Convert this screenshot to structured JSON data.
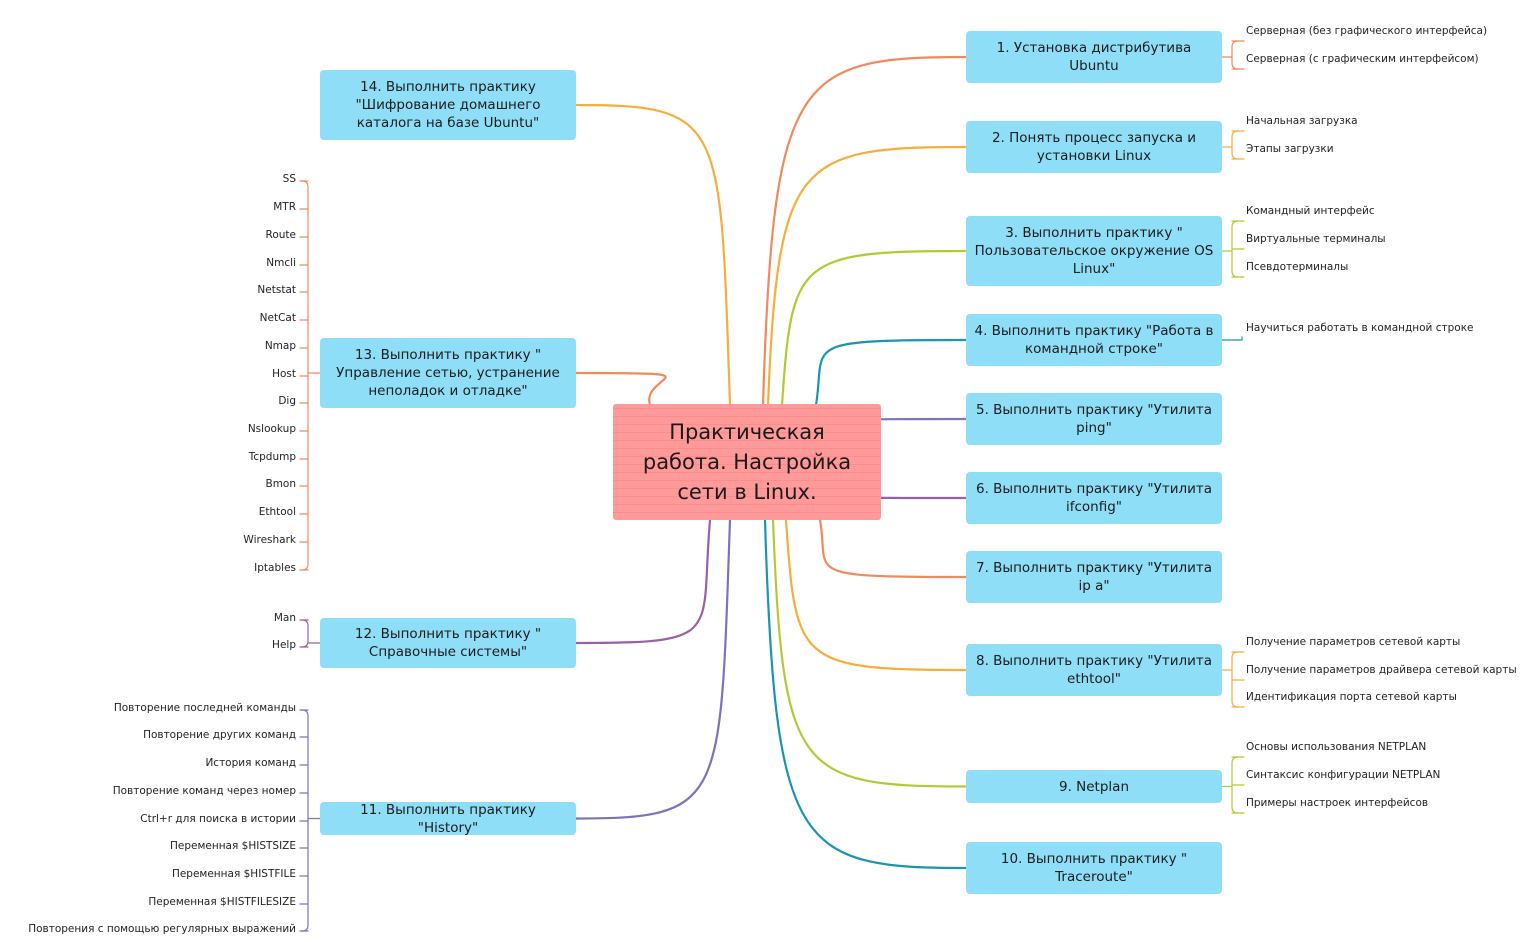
{
  "central": "Практическая работа. Настройка сети в Linux.",
  "topics": [
    {
      "label": "1. Установка дистрибутива Ubuntu",
      "children": [
        "Серверная (без графического интерфейса)",
        "Серверная (с графическим интерфейсом)"
      ],
      "color": "#f08a5d"
    },
    {
      "label": "2. Понять процесс запуска и установки Linux",
      "children": [
        "Начальная загрузка",
        "Этапы загрузки"
      ],
      "color": "#f6ad3d"
    },
    {
      "label": "3. Выполнить практику \" Пользовательское окружение OS Linux\"",
      "children": [
        "Командный интерфейс",
        "Виртуальные терминалы",
        "Псевдотерминалы"
      ],
      "color": "#b5c834"
    },
    {
      "label": "4. Выполнить практику \"Работа в командной строке\"",
      "children": [
        "Научиться работать в командной строке"
      ],
      "color": "#1a95b0"
    },
    {
      "label": "5. Выполнить практику \"Утилита ping\"",
      "children": [],
      "color": "#7c73b8"
    },
    {
      "label": "6. Выполнить практику \"Утилита ifconfig\"",
      "children": [],
      "color": "#9661a8"
    },
    {
      "label": "7. Выполнить практику \"Утилита ip a\"",
      "children": [],
      "color": "#f08a5d"
    },
    {
      "label": "8. Выполнить практику \"Утилита ethtool\"",
      "children": [
        "Получение параметров сетевой карты",
        "Получение параметров драйвера сетевой карты",
        "Идентификация порта сетевой карты"
      ],
      "color": "#f6ad3d"
    },
    {
      "label": "9. Netplan",
      "children": [
        "Основы использования NETPLAN",
        "Синтаксис конфигурации NETPLAN",
        "Примеры настроек интерфейсов"
      ],
      "color": "#b5c834"
    },
    {
      "label": "10. Выполнить практику \" Traceroute\"",
      "children": [],
      "color": "#1a95b0"
    },
    {
      "label": "11. Выполнить практику \"History\"",
      "children": [
        "Повторение последней команды",
        "Повторение других команд",
        "История команд",
        "Повторение команд через номер",
        "Ctrl+r для поиска в истории",
        "Переменная $HISTSIZE",
        "Переменная $HISTFILE",
        "Переменная $HISTFILESIZE",
        "Повторения с помощью регулярных выражений"
      ],
      "color": "#7c73b8"
    },
    {
      "label": "12. Выполнить практику \" Справочные системы\"",
      "children": [
        "Man",
        "Help"
      ],
      "color": "#9661a8"
    },
    {
      "label": "13. Выполнить практику \" Управление сетью, устранение неполадок и отладке\"",
      "children": [
        "SS",
        "MTR",
        "Route",
        "Nmcli",
        "Netstat",
        "NetCat",
        "Nmap",
        "Host",
        "Dig",
        "Nslookup",
        "Tcpdump",
        "Bmon",
        "Ethtool",
        "Wireshark",
        "Iptables"
      ],
      "color": "#f08a5d"
    },
    {
      "label": "14. Выполнить практику \"Шифрование домашнего каталога на базе Ubuntu\"",
      "children": [],
      "color": "#f6ad3d"
    }
  ]
}
